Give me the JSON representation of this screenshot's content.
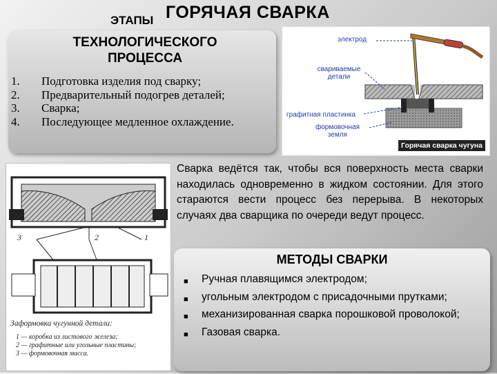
{
  "header": {
    "title": "ГОРЯЧАЯ СВАРКА",
    "small_title": "ЭТАПЫ",
    "subtitle_line1": "ТЕХНОЛОГИЧЕСКОГО",
    "subtitle_line2": "ПРОЦЕССА"
  },
  "steps": [
    {
      "num": "1.",
      "text": "Подготовка изделия под сварку;"
    },
    {
      "num": "2.",
      "text": "Предварительный подогрев деталей;"
    },
    {
      "num": "3.",
      "text": "Сварка;"
    },
    {
      "num": "4.",
      "text": "Последующее медленное охлаждение."
    }
  ],
  "figure_top": {
    "labels": {
      "electrode": "электрод",
      "welded_parts": "свариваемые детали",
      "graphite_plate": "графитная пластинка",
      "molding_earth": "формовочная земля"
    },
    "caption": "Горячая сварка чугуна"
  },
  "figure_left": {
    "caption": "Заформовка чугунной детали:",
    "legend": [
      "1 — коробка из листового железа;",
      "2 — графитные или угольные пластины;",
      "3 — формовочная масса."
    ],
    "markers": [
      "3",
      "2",
      "1"
    ]
  },
  "description": "Сварка ведётся так, чтобы вся поверхность места сварки находилась одновременно в жидком состоянии. Для этого стараются вести процесс без перерыва. В некоторых случаях два сварщика по очереди ведут процесс.",
  "methods": {
    "title": "МЕТОДЫ СВАРКИ",
    "bullet_icon": "square-bullet-icon",
    "items": [
      "Ручная плавящимся электродом;",
      "угольным электродом с присадочными прутками;",
      "механизированная сварка порошковой проволокой;",
      "Газовая сварка."
    ]
  },
  "colors": {
    "label_blue": "#1f3ca3",
    "caption_bg": "#222222"
  }
}
